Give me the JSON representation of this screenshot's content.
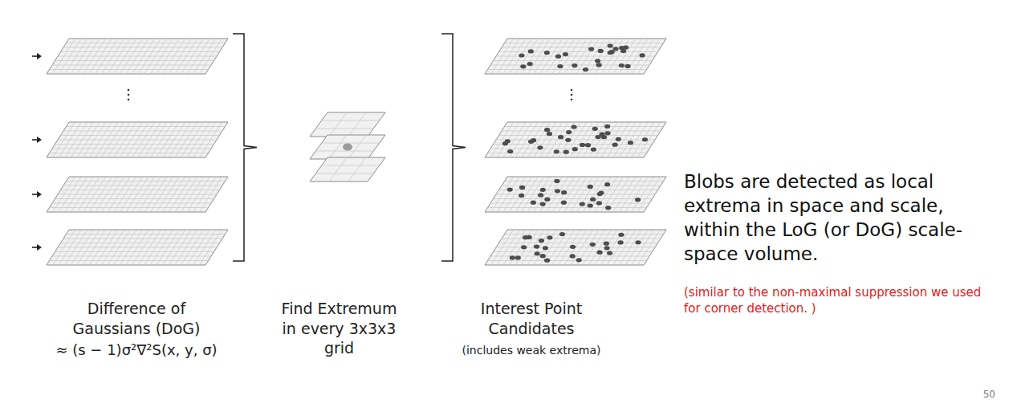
{
  "diagram": {
    "labels": [
      "Difference of Gaussians (DoG)",
      "≈ (s − 1)σ²∇²S(x, y, σ)",
      "Find Extremum in every 3x3x3 grid",
      "Interest Point Candidates",
      "(includes weak extrema)",
      "Blobs are detected as local extrema in space and scale, within the LoG (or DoG) scale-space volume.",
      "(similar to the non-maximal suppression we used for corner detection. )",
      "50"
    ]
  }
}
